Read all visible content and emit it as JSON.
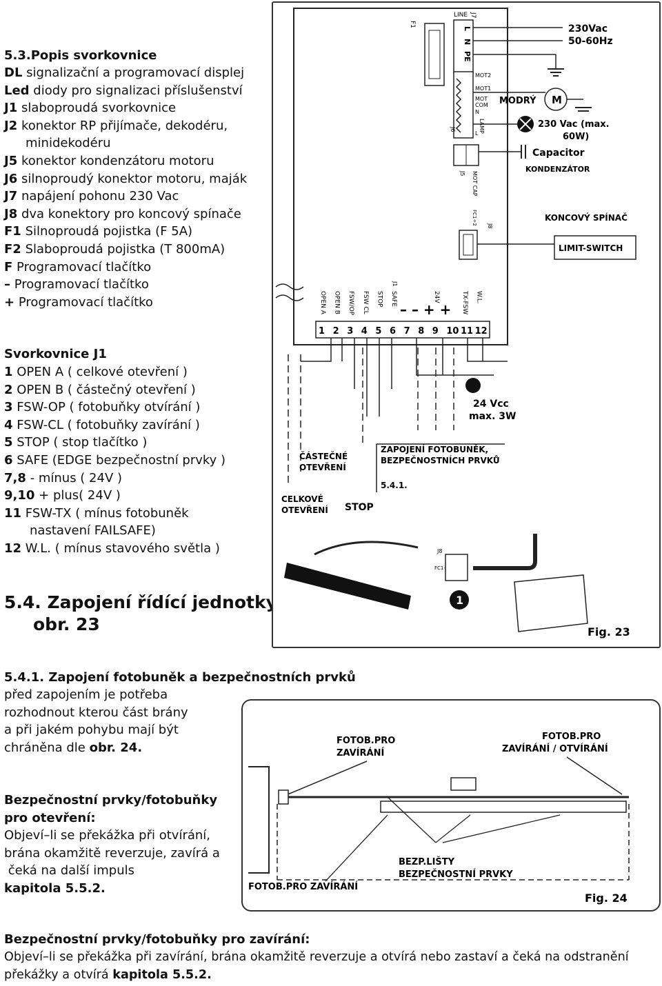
{
  "section_title": "5.3.Popis svorkovnice",
  "legend": [
    {
      "key": "DL",
      "text": "signalizační a programovací displej"
    },
    {
      "key": "Led",
      "text": "diody pro signalizaci příslušenství"
    },
    {
      "key": "J1",
      "text": "slaboproudá svorkovnice"
    },
    {
      "key": "J2",
      "text": "konektor RP přijímače, dekodéru,"
    },
    {
      "key": "",
      "text": "minidekodéru"
    },
    {
      "key": "J5",
      "text": "konektor kondenzátoru motoru"
    },
    {
      "key": "J6",
      "text": "silnoproudý konektor motoru, maják"
    },
    {
      "key": "J7",
      "text": "napájení pohonu 230 Vac"
    },
    {
      "key": "J8",
      "text": "dva konektory pro koncový spínače"
    },
    {
      "key": "F1",
      "text": "Silnoproudá pojistka (F 5A)"
    },
    {
      "key": "F2",
      "text": "Slaboproudá pojistka (T 800mA)"
    },
    {
      "key": "F",
      "text": "Programovací tlačítko"
    },
    {
      "key": "–",
      "text": "Programovací tlačítko"
    },
    {
      "key": "+",
      "text": "Programovací tlačítko"
    }
  ],
  "terminal_title": "Svorkovnice J1",
  "terminals": [
    {
      "key": "1",
      "text": "OPEN A ( celkové otevření )"
    },
    {
      "key": "2",
      "text": "OPEN B ( částečný otevření )"
    },
    {
      "key": "3",
      "text": "FSW-OP ( fotobuňky otvírání )"
    },
    {
      "key": "4",
      "text": "FSW-CL ( fotobuňky zavírání )"
    },
    {
      "key": "5",
      "text": "STOP ( stop tlačítko )"
    },
    {
      "key": "6",
      "text": "SAFE (EDGE bezpečnostní prvky )"
    },
    {
      "key": "7,8",
      "text": "- mínus ( 24V )"
    },
    {
      "key": "9,10",
      "text": "+ plus( 24V )"
    },
    {
      "key": "11",
      "text": " FSW-TX ( mínus fotobuněk"
    },
    {
      "key": "",
      "text": "nastavení FAILSAFE)"
    },
    {
      "key": "12",
      "text": "W.L. ( mínus stavového světla )"
    }
  ],
  "heading_54_line1": "5.4. Zapojení řídící jednotky",
  "heading_54_line2": "obr. 23",
  "heading_541": "5.4.1. Zapojení fotobuněk a bezpečnostních prvků",
  "intro_lines": [
    "před zapojením je potřeba",
    "rozhodnout kterou část brány",
    "a při jakém pohybu mají být"
  ],
  "intro_last_text": "chráněna dle ",
  "intro_last_bold": "obr. 24.",
  "open_title_1": "Bezpečnostní prvky/fotobuňky",
  "open_title_2": "pro otevření:",
  "open_lines": [
    "Objeví–li se překážka při otvírání,",
    "brána okamžitě reverzuje, zavírá a",
    " čeká na další impuls"
  ],
  "open_ref": "kapitola 5.5.2.",
  "close_title": "Bezpečnostní prvky/fotobuňky pro zavírání:",
  "close_line1": "Objeví–li se překážka při zavírání, brána okamžitě reverzuje a otvírá nebo zastaví a čeká na odstranění",
  "close_line2_text": "překážky a otvírá ",
  "close_line2_bold": "kapitola 5.5.2.",
  "fig23": {
    "power": [
      "230Vac",
      "50-60Hz"
    ],
    "line_label": "LINE",
    "j7_label": "J7",
    "f1_label": "F1",
    "lnpe": [
      "L",
      "N",
      "PE"
    ],
    "j6_pins": [
      "MOT2",
      "MOT1",
      "MOT",
      "COM",
      "N",
      "LAMP",
      "L"
    ],
    "j6_label": "J6",
    "j5_label": "J5",
    "j5_pin": "MOT CAP",
    "j8_label": "J8",
    "fc_label": "FC1÷2",
    "modry": "MODRÝ",
    "motor": "M",
    "lamp_spec": [
      "230 Vac (max.",
      "60W)"
    ],
    "capacitor": "Capacitor",
    "kondenzator": "KONDENZÁTOR",
    "koncovy": "KONCOVÝ SPÍNAČ",
    "limit_switch": "LIMIT-SWITCH",
    "j1_label": "J1",
    "j1_pins": [
      "OPEN A",
      "OPEN B",
      "FSW/OP",
      "FSW CL",
      "STOP",
      "SAFE",
      "",
      "",
      "24V",
      "",
      "TX-FSW",
      "W.L."
    ],
    "numbers": [
      "1",
      "2",
      "3",
      "4",
      "5",
      "6",
      "7",
      "8",
      "9",
      "10",
      "11",
      "12"
    ],
    "signs": "– – + +",
    "vcc": [
      "24 Vcc",
      "max. 3W"
    ],
    "castecne": [
      "ČÁSTEČNÉ",
      "OTEVŘENÍ"
    ],
    "celkove": [
      "CELKOVÉ",
      "OTEVŘENÍ"
    ],
    "stop": "STOP",
    "zapojeni": [
      "ZAPOJENÍ FOTOBUNĚK,",
      "BEZPEČNOSTNÍCH PRVKŮ"
    ],
    "ref": "5.4.1.",
    "num_one": "1",
    "caption": "Fig. 23"
  },
  "fig24": {
    "fotob_zav": [
      "FOTOB.PRO",
      "ZAVÍRÁNÍ"
    ],
    "fotob_zav_otv": [
      "FOTOB.PRO",
      "ZAVÍRÁNÍ / OTVÍRÁNÍ"
    ],
    "bezp": [
      "BEZP.LIŠTY",
      "BEZPEČNOSTNÍ PRVKY"
    ],
    "fotob_bottom": "FOTOB.PRO ZAVÍRÁNÍ",
    "caption": "Fig. 24"
  }
}
